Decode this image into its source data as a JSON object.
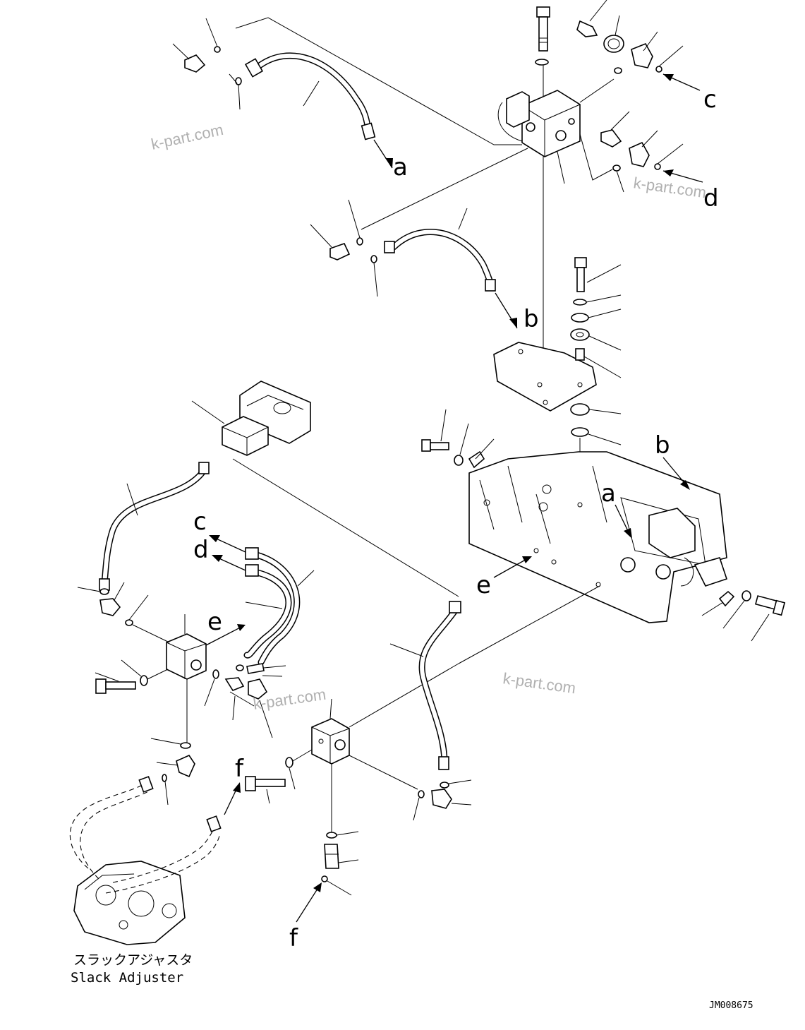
{
  "diagram": {
    "reference_letters": {
      "a_upper": "a",
      "b_upper": "b",
      "c_upper": "c",
      "d_upper": "d",
      "b_right": "b",
      "a_right": "a",
      "e_right": "e",
      "c_left": "c",
      "d_left": "d",
      "e_left": "e",
      "f_upper": "f",
      "f_lower": "f"
    },
    "caption_japanese": "スラックアジャスタ",
    "caption_english": "Slack Adjuster",
    "drawing_code": "JM008675",
    "watermarks": [
      "k-part.com",
      "k-part.com",
      "k-part.com",
      "k-part.com"
    ]
  }
}
